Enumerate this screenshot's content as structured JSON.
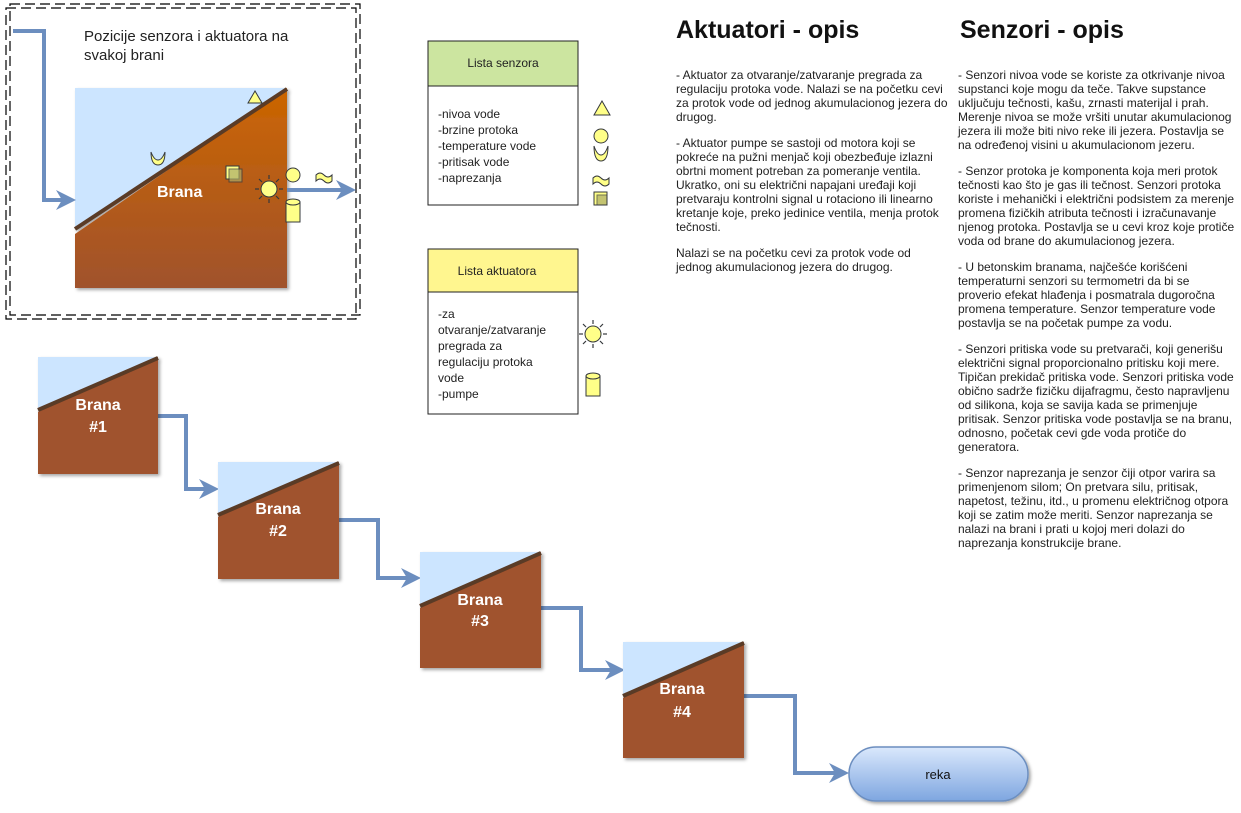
{
  "position_title": "Pozicije senzora i aktuatora na svakoj brani",
  "big_dam_label": "Brana",
  "sensor_list": {
    "title": "Lista senzora",
    "items": [
      "-nivoa vode",
      "-brzine protoka",
      "-temperature vode",
      "-pritisak vode",
      "-naprezanja"
    ],
    "header_color": "#cce5a0"
  },
  "actuator_list": {
    "title": "Lista aktuatora",
    "items": [
      "-za",
      "otvaranje/zatvaranje",
      "pregrada za",
      "regulaciju protoka",
      "vode",
      "-pumpe"
    ],
    "header_color": "#fff68f"
  },
  "dams": [
    {
      "line1": "Brana",
      "line2": "#1"
    },
    {
      "line1": "Brana",
      "line2": "#2"
    },
    {
      "line1": "Brana",
      "line2": "#3"
    },
    {
      "line1": "Brana",
      "line2": "#4"
    }
  ],
  "river_label": "reka",
  "actuators_desc": {
    "heading": "Aktuatori - opis",
    "paragraphs": [
      "- Aktuator za otvaranje/zatvaranje pregrada za regulaciju protoka vode. Nalazi se na početku cevi za protok vode od jednog akumulacionog jezera do drugog.",
      "- Aktuator pumpe se sastoji od motora koji se pokreće na pužni menjač koji obezbeđuje izlazni obrtni moment potreban za pomeranje ventila. Ukratko, oni su električni napajani uređaji koji pretvaraju kontrolni signal u rotaciono ili linearno kretanje koje, preko jedinice ventila, menja protok tečnosti.",
      "Nalazi se na početku cevi za protok vode od jednog akumulacionog jezera do drugog."
    ]
  },
  "sensors_desc": {
    "heading": "Senzori - opis",
    "paragraphs": [
      "- Senzori nivoa vode se koriste za otkrivanje nivoa supstanci koje mogu da teče. Takve supstance uključuju tečnosti, kašu, zrnasti materijal i prah. Merenje nivoa se može vršiti unutar akumulacionog jezera ili može biti nivo reke ili jezera. Postavlja se na određenoj visini u akumulacionom jezeru.",
      "- Senzor protoka je komponenta koja meri protok tečnosti kao što je gas ili tečnost. Senzori protoka koriste i mehanički i električni podsistem za merenje promena fizičkih atributa tečnosti i izračunavanje njenog protoka. Postavlja se u cevi kroz koje protiče voda od brane do akumulacionog jezera.",
      "- U betonskim branama, najčešće korišćeni temperaturni senzori su termometri da bi se proverio efekat hlađenja i posmatrala dugoročna promena temperature. Senzor temperature vode postavlja se na početak pumpe za vodu.",
      "- Senzori pritiska vode su pretvarači, koji generišu električni signal proporcionalno pritisku koji mere. Tipičan prekidač pritiska vode. Senzori pritiska vode obično sadrže fizičku dijafragmu, često napravljenu od silikona, koja se savija kada se primenjuje pritisak. Senzor pritiska vode postavlja se na branu, odnosno, početak cevi gde voda protiče do generatora.",
      "- Senzor naprezanja je senzor čiji otpor varira sa primenjenom silom; On pretvara silu, pritisak, napetost, težinu, itd., u promenu električnog otpora koji se zatim može meriti. Senzor naprezanja se nalazi na brani i prati u kojoj meri dolazi do naprezanja konstrukcije brane."
    ]
  },
  "colors": {
    "water": "#cce5ff",
    "dam_dark": "#a0522d",
    "dam_gradient_top": "#cc6600",
    "dam_gradient_bottom": "#a0522d",
    "pipe": "#6c8ebf",
    "icon_fill": "#ffff88",
    "icon_stroke": "#36393d",
    "river_top": "#dae8fc",
    "river_bottom": "#7ea6e0"
  }
}
